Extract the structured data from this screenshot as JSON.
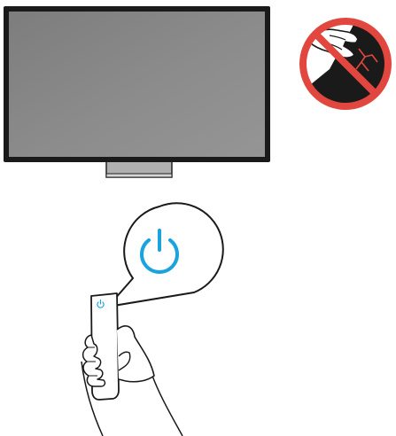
{
  "illustration": {
    "tv": {
      "icon": "tv-screen",
      "screen_color": "#8a8a8a",
      "bezel_color": "#1a1a1a",
      "stand_color": "#b0b0b0"
    },
    "warning": {
      "icon": "prohibition-sign",
      "meaning": "do-not-touch-screen",
      "ring_color": "#e2473f",
      "crack_color": "#e2473f"
    },
    "remote": {
      "icon": "remote-control",
      "power_indicator_color": "#1aa3dd"
    },
    "callout": {
      "icon": "power-icon",
      "accent_color": "#1aa3dd"
    }
  }
}
